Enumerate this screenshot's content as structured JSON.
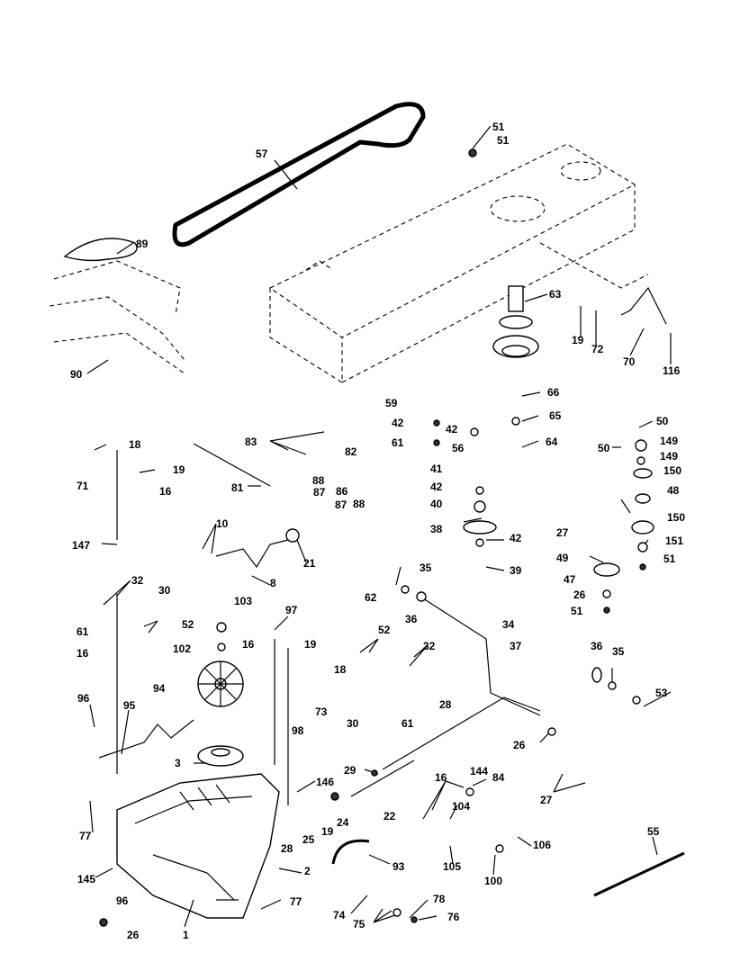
{
  "labels": {
    "p57": "57",
    "p89": "89",
    "p90": "90",
    "p51a": "51",
    "p51b": "51",
    "p63": "63",
    "p19a": "19",
    "p72": "72",
    "p70": "70",
    "p116": "116",
    "p59": "59",
    "p42a": "42",
    "p61a": "61",
    "p42b": "42",
    "p66": "66",
    "p65": "65",
    "p56": "56",
    "p64": "64",
    "p41": "41",
    "p42c": "42",
    "p40": "40",
    "p38": "38",
    "p42d": "42",
    "p39": "39",
    "p50a": "50",
    "p50b": "50",
    "p149a": "149",
    "p149b": "149",
    "p150a": "150",
    "p48": "48",
    "p27a": "27",
    "p150b": "150",
    "p49": "49",
    "p151": "151",
    "p51c": "51",
    "p47": "47",
    "p26a": "26",
    "p51d": "51",
    "p18a": "18",
    "p19b": "19",
    "p71": "71",
    "p16a": "16",
    "p147": "147",
    "p83": "83",
    "p82": "82",
    "p81": "81",
    "p88a": "88",
    "p87a": "87",
    "p86": "86",
    "p87b": "87",
    "p88b": "88",
    "p10": "10",
    "p21": "21",
    "p8": "8",
    "p32a": "32",
    "p30a": "30",
    "p61b": "61",
    "p52a": "52",
    "p16b": "16",
    "p103": "103",
    "p102": "102",
    "p97": "97",
    "p16c": "16",
    "p19c": "19",
    "p18b": "18",
    "p73": "73",
    "p98": "98",
    "p94": "94",
    "p62": "62",
    "p35a": "35",
    "p36a": "36",
    "p34": "34",
    "p37": "37",
    "p52b": "52",
    "p32b": "32",
    "p30b": "30",
    "p61c": "61",
    "p36b": "36",
    "p35b": "35",
    "p53": "53",
    "p28a": "28",
    "p26b": "26",
    "p27b": "27",
    "p96a": "96",
    "p95": "95",
    "p3": "3",
    "p29": "29",
    "p146": "146",
    "p16d": "16",
    "p144": "144",
    "p84": "84",
    "p104": "104",
    "p22": "22",
    "p25": "25",
    "p19d": "19",
    "p24": "24",
    "p28b": "28",
    "p77a": "77",
    "p145": "145",
    "p96b": "96",
    "p26c": "26",
    "p1": "1",
    "p2": "2",
    "p77b": "77",
    "p93": "93",
    "p105": "105",
    "p100": "100",
    "p106": "106",
    "p74": "74",
    "p75": "75",
    "p78": "78",
    "p76": "76",
    "p55": "55"
  }
}
